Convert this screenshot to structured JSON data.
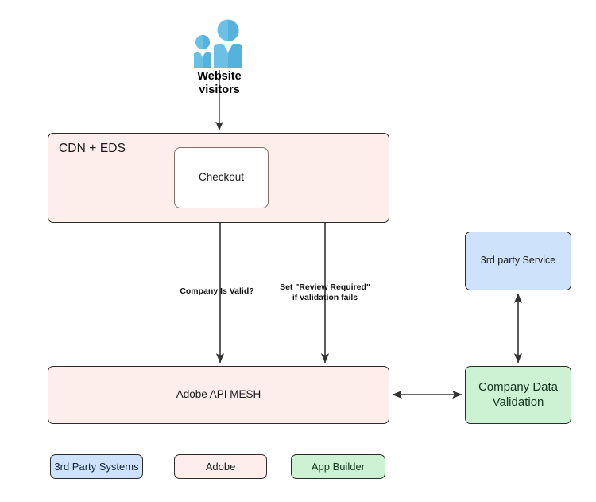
{
  "diagram": {
    "title_text_present": false,
    "colors": {
      "adobe_pink": "#fdeeec",
      "third_party_blue": "#cfe2fb",
      "app_builder_green": "#cdf2d3",
      "white": "#ffffff",
      "stroke": "#2b2b2b",
      "icon_blue": "#5bb6e0",
      "icon_blue_light": "#8bd0ec"
    },
    "actor": {
      "icon_name": "website-visitors-people-icon",
      "label": "Website\nvisitors"
    },
    "groups": {
      "cdn_eds": {
        "label": "CDN + EDS"
      }
    },
    "nodes": {
      "checkout": {
        "label": "Checkout"
      },
      "mesh": {
        "label": "Adobe API MESH"
      },
      "third_party_service": {
        "label": "3rd party Service"
      },
      "company_data_validation": {
        "label": "Company Data\nValidation"
      }
    },
    "edge_labels": {
      "company_is_valid": "Company Is Valid?",
      "review_required": "Set \"Review Required\"\nif validation fails"
    },
    "legend": [
      {
        "key": "third_party_systems",
        "label": "3rd Party Systems",
        "color": "#cfe2fb"
      },
      {
        "key": "adobe",
        "label": "Adobe",
        "color": "#fdeeec"
      },
      {
        "key": "app_builder",
        "label": "App Builder",
        "color": "#cdf2d3"
      }
    ]
  }
}
